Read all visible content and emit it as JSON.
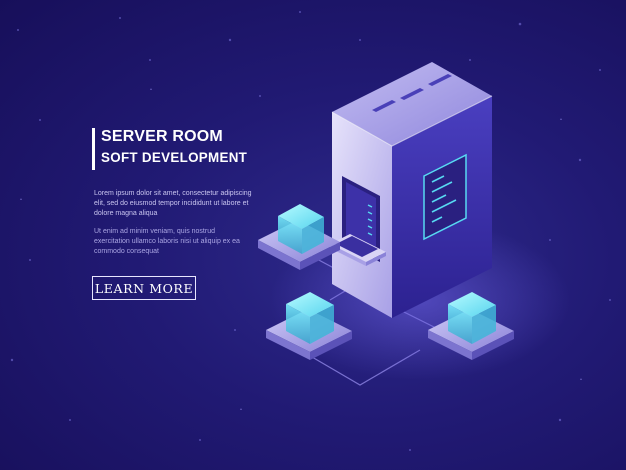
{
  "hero": {
    "title": "SERVER ROOM",
    "subtitle": "SOFT DEVELOPMENT",
    "paragraph_1": "Lorem ipsum dolor sit amet, consectetur adipiscing elit, sed do eiusmod tempor incididunt ut labore et dolore magna aliqua",
    "paragraph_2": "Ut enim ad minim veniam, quis nostrud exercitation ullamco laboris nisi ut aliquip ex ea commodo consequat",
    "button_label": "LEARN MORE"
  },
  "colors": {
    "background": "#1b1464",
    "accent_cyan": "#4fd8f0",
    "server_front": "#3b2fa8",
    "server_side": "#d9d4f5"
  },
  "icons": [
    "server-rack-icon",
    "laptop-icon",
    "cube-icon"
  ]
}
